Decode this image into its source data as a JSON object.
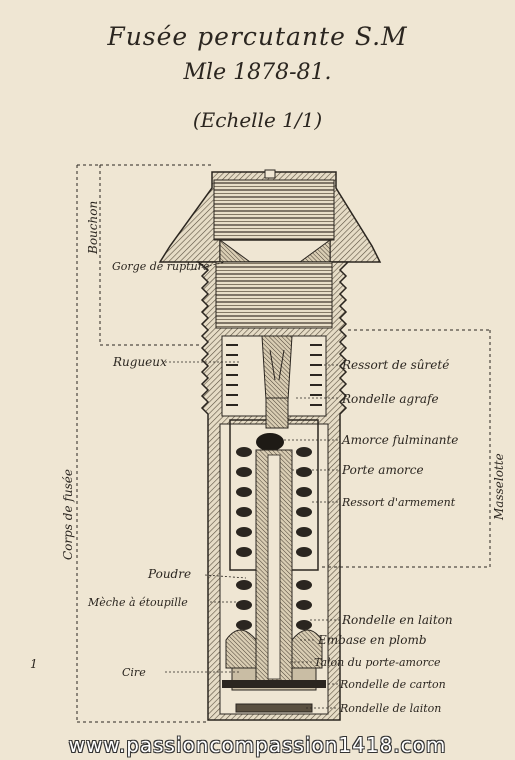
{
  "title": "Fusée percutante S.M",
  "model": "Mle 1878-81.",
  "scale": "(Echelle 1/1)",
  "labels": {
    "bouchon": "Bouchon",
    "gorge": "Gorge de rupture",
    "rugueux": "Rugueux",
    "corps": "Corps de fusée",
    "masselotte": "Masselotte",
    "poudre": "Poudre",
    "meche": "Mèche à étoupille",
    "cire": "Cire",
    "ressort_surete": "Ressort de sûreté",
    "rondelle_agrafe": "Rondelle agrafe",
    "amorce": "Amorce fulminante",
    "porte_amorce": "Porte amorce",
    "ressort_armement": "Ressort d'armement",
    "rondelle_laiton_1": "Rondelle en laiton",
    "embase": "Embase en plomb",
    "talon": "Talon du porte-amorce",
    "rondelle_carton": "Rondelle de carton",
    "rondelle_laiton_2": "Rondelle de laiton"
  },
  "margin_mark": "1",
  "watermark": "www.passioncompassion1418.com"
}
